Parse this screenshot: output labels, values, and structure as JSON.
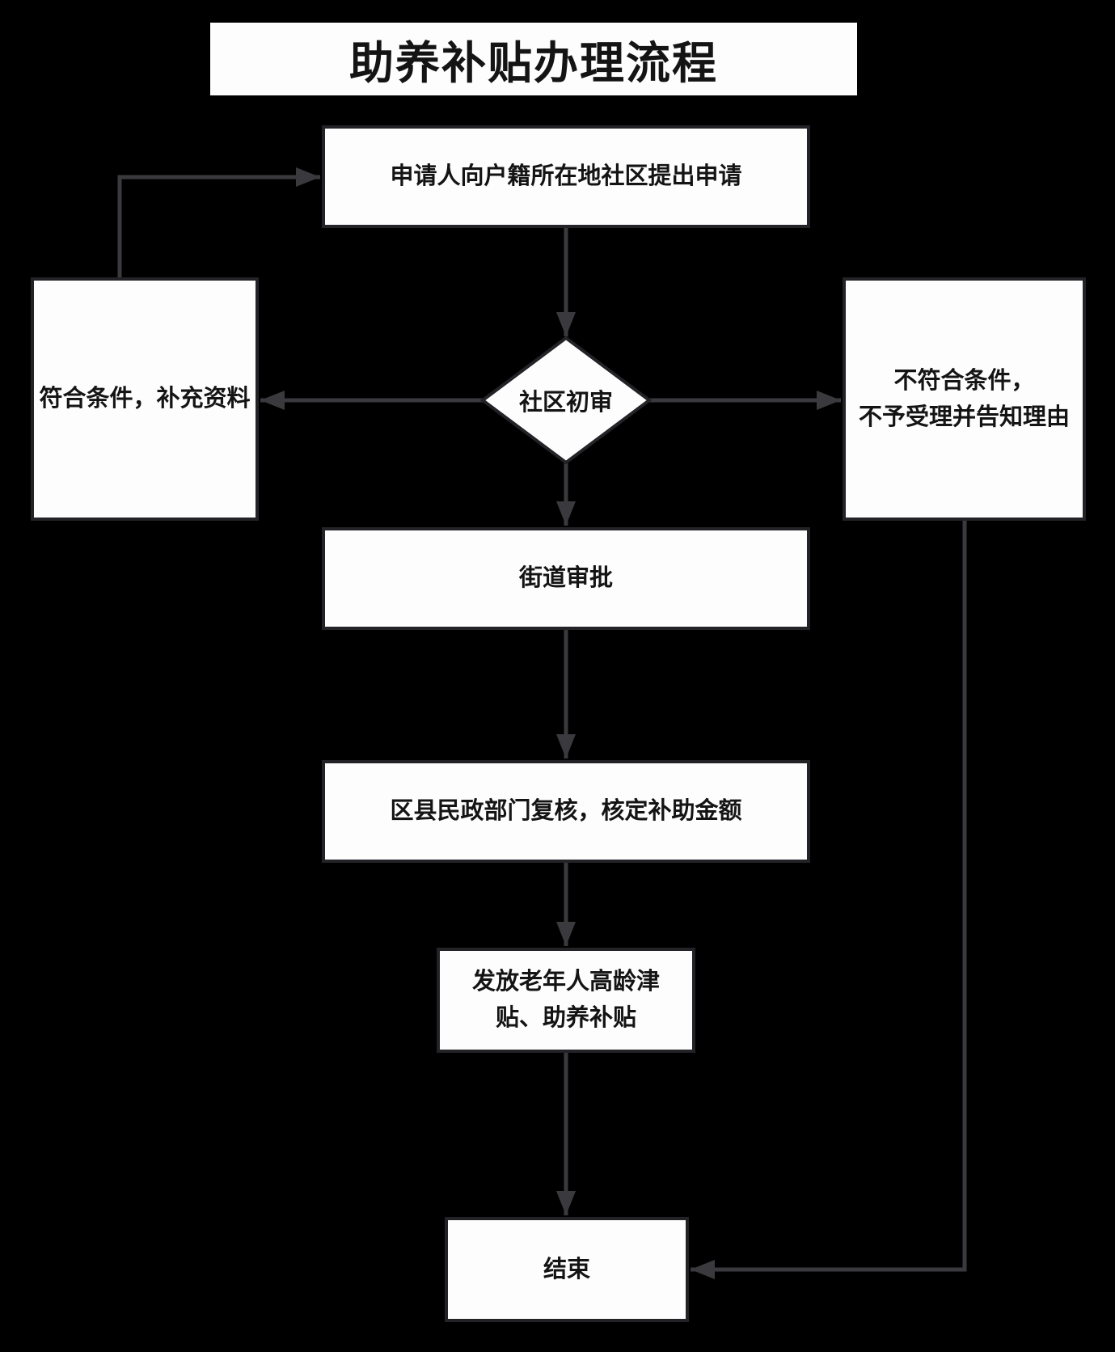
{
  "title": "助养补贴办理流程",
  "nodes": {
    "apply": {
      "label": "申请人向户籍所在地社区提出申请"
    },
    "community_review": {
      "label": "社区初审"
    },
    "supplement": {
      "label": "符合条件，补充资料"
    },
    "reject": {
      "line1": "不符合条件，",
      "line2": "不予受理并告知理由"
    },
    "street_approval": {
      "label": "街道审批"
    },
    "county_review": {
      "label": "区县民政部门复核，核定补助金额"
    },
    "issue_subsidy": {
      "line1": "发放老年人高龄津",
      "line2": "贴、助养补贴"
    },
    "end": {
      "label": "结束"
    }
  },
  "edges": [
    {
      "from": "apply",
      "to": "community_review"
    },
    {
      "from": "community_review",
      "to": "supplement"
    },
    {
      "from": "community_review",
      "to": "reject"
    },
    {
      "from": "supplement",
      "to": "apply"
    },
    {
      "from": "community_review",
      "to": "street_approval"
    },
    {
      "from": "street_approval",
      "to": "county_review"
    },
    {
      "from": "county_review",
      "to": "issue_subsidy"
    },
    {
      "from": "issue_subsidy",
      "to": "end"
    },
    {
      "from": "reject",
      "to": "end"
    }
  ],
  "colors": {
    "background": "#000000",
    "node_fill": "#fdfdfd",
    "node_border": "#232327",
    "connector": "#3a3a3e",
    "text_color": "#141414"
  }
}
